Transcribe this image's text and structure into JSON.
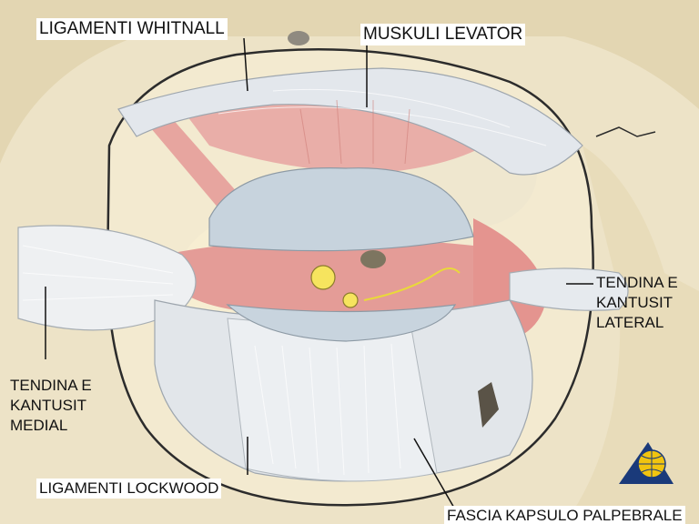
{
  "labels": {
    "whitnall": "LIGAMENTI WHITNALL",
    "levator": "MUSKULI LEVATOR",
    "lateral_tendon": "TENDINA E\nKANTUSIT\nLATERAL",
    "medial_tendon": "TENDINA E\nKANTUSIT\nMEDIAL",
    "lockwood": "LIGAMENTI LOCKWOOD",
    "fascia": "FASCIA KAPSULO PALPEBRALE"
  },
  "colors": {
    "bone": "#ede3c7",
    "bone_dark": "#d8caa2",
    "muscle": "#e6a19c",
    "ligament": "#dfe4ea",
    "tarsus": "#c7d3dd",
    "fat": "#fbf3d3",
    "nerve": "#e9d93a"
  },
  "logo": "triangle-globe-logo"
}
